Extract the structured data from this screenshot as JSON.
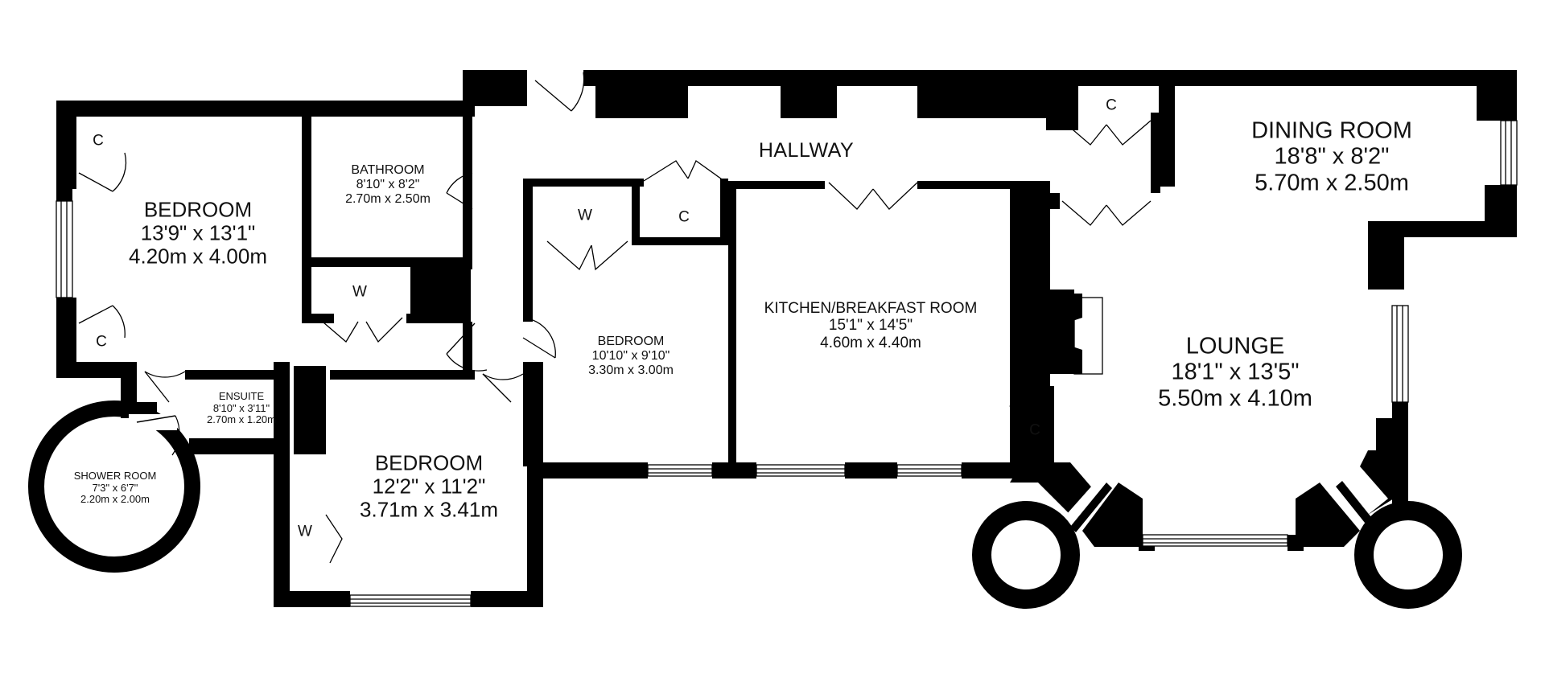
{
  "plan": {
    "background_color": "#ffffff",
    "wall_color": "#000000",
    "rooms": [
      {
        "key": "bedroom1",
        "name": "BEDROOM",
        "imperial": "13'9\"  x 13'1\"",
        "metric": "4.20m  x 4.00m"
      },
      {
        "key": "bathroom",
        "name": "BATHROOM",
        "imperial": "8'10\"  x 8'2\"",
        "metric": "2.70m  x 2.50m"
      },
      {
        "key": "hallway",
        "name": "HALLWAY"
      },
      {
        "key": "bedroom2",
        "name": "BEDROOM",
        "imperial": "10'10\"  x 9'10\"",
        "metric": "3.30m  x 3.00m"
      },
      {
        "key": "kitchen",
        "name": "KITCHEN/BREAKFAST ROOM",
        "imperial": "15'1\"  x 14'5\"",
        "metric": "4.60m  x 4.40m"
      },
      {
        "key": "dining",
        "name": "DINING ROOM",
        "imperial": "18'8\"  x 8'2\"",
        "metric": "5.70m  x 2.50m"
      },
      {
        "key": "lounge",
        "name": "LOUNGE",
        "imperial": "18'1\"  x 13'5\"",
        "metric": "5.50m  x 4.10m"
      },
      {
        "key": "ensuite",
        "name": "ENSUITE",
        "imperial": "8'10\"  x 3'11\"",
        "metric": "2.70m  x 1.20m"
      },
      {
        "key": "shower",
        "name": "SHOWER ROOM",
        "imperial": "7'3\"  x 6'7\"",
        "metric": "2.20m  x 2.00m"
      },
      {
        "key": "bedroom3",
        "name": "BEDROOM",
        "imperial": "12'2\"  x 11'2\"",
        "metric": "3.71m  x 3.41m"
      }
    ],
    "storage": [
      {
        "key": "c_bed1_top",
        "code": "C"
      },
      {
        "key": "c_bed1_bottom",
        "code": "C"
      },
      {
        "key": "w_bath",
        "code": "W"
      },
      {
        "key": "w_bed2",
        "code": "W"
      },
      {
        "key": "c_hall",
        "code": "C"
      },
      {
        "key": "c_top_right",
        "code": "C"
      },
      {
        "key": "c_kitchen",
        "code": "C"
      },
      {
        "key": "w_bed3",
        "code": "W"
      }
    ]
  }
}
